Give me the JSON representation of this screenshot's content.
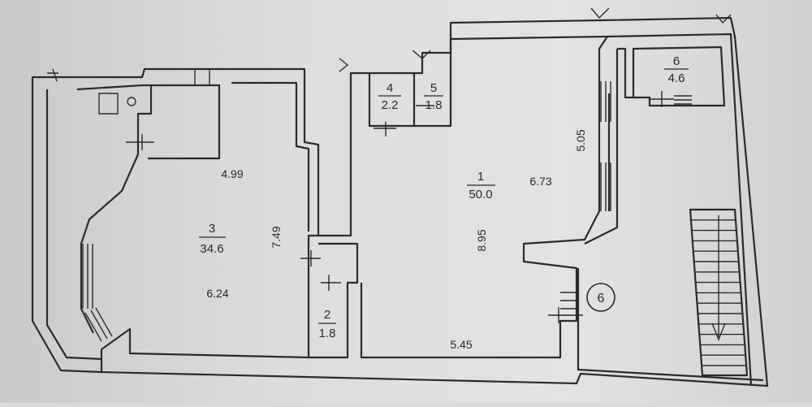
{
  "rooms": [
    {
      "number": "1",
      "area": "50.0"
    },
    {
      "number": "2",
      "area": "1.8"
    },
    {
      "number": "3",
      "area": "34.6"
    },
    {
      "number": "4",
      "area": "2.2"
    },
    {
      "number": "5",
      "area": "1.8"
    },
    {
      "number": "6",
      "area": "4.6"
    }
  ],
  "dimensions": {
    "d_4_99": "4.99",
    "d_7_49": "7.49",
    "d_6_24": "6.24",
    "d_6_73": "6.73",
    "d_5_05": "5.05",
    "d_8_95": "8.95",
    "d_5_45": "5.45"
  },
  "circle_marker": "6"
}
